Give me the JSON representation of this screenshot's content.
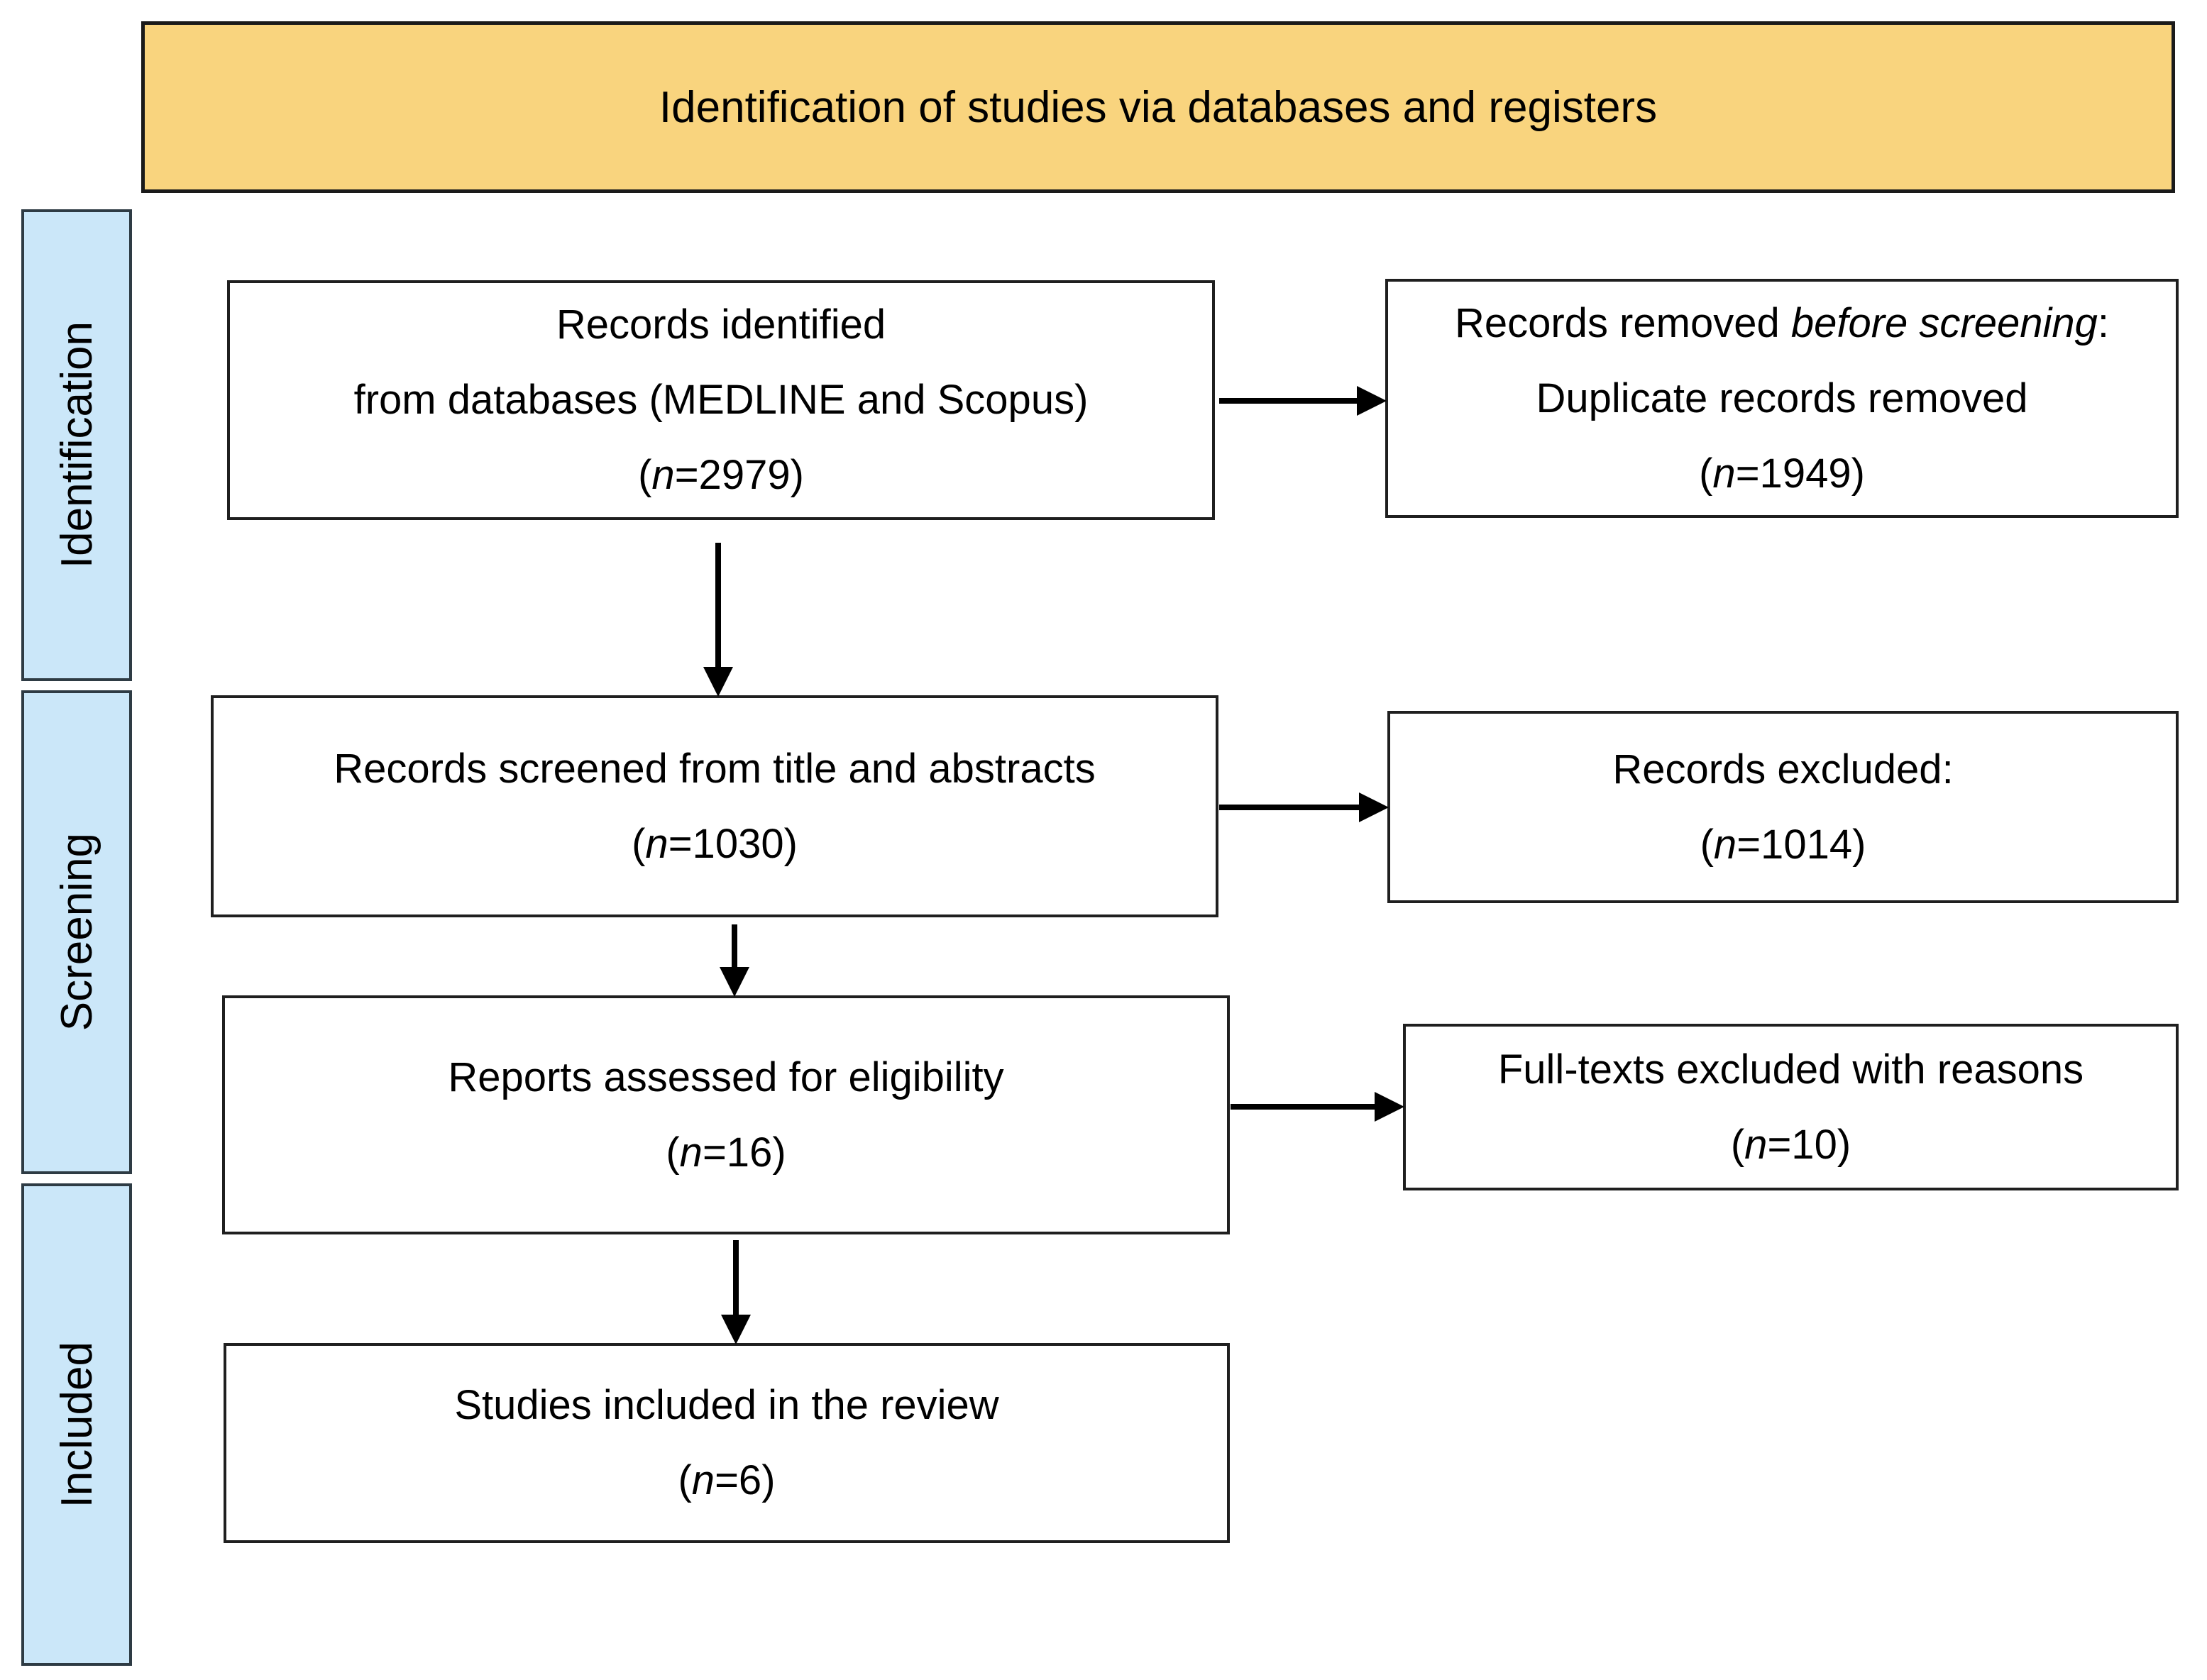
{
  "banner": {
    "title": "Identification of studies via databases and registers",
    "bg_color": "#F9D47E"
  },
  "sidebar": {
    "bg_color": "#CBE7F9",
    "stages": [
      {
        "label": "Identification"
      },
      {
        "label": "Screening"
      },
      {
        "label": "Included"
      }
    ]
  },
  "boxes": {
    "main": [
      {
        "line1": "Records identified",
        "line2": "from databases (MEDLINE and Scopus)",
        "n_pre": "(",
        "n_var": "n",
        "n_post": "=2979)"
      },
      {
        "line1": "Records screened from title and abstracts",
        "line2": "",
        "n_pre": "(",
        "n_var": "n",
        "n_post": "=1030)"
      },
      {
        "line1": "Reports assessed for eligibility",
        "line2": "",
        "n_pre": "(",
        "n_var": "n",
        "n_post": "=16)"
      },
      {
        "line1": "Studies included in the review",
        "line2": "",
        "n_pre": "(",
        "n_var": "n",
        "n_post": "=6)"
      }
    ],
    "right": [
      {
        "line1_pre": "Records removed ",
        "line1_italic": "before screening",
        "line1_post": ":",
        "line2": "Duplicate records removed",
        "n_pre": "(",
        "n_var": "n",
        "n_post": "=1949)"
      },
      {
        "line1_pre": "Records excluded:",
        "line1_italic": "",
        "line1_post": "",
        "line2": "",
        "n_pre": "(",
        "n_var": "n",
        "n_post": "=1014)"
      },
      {
        "line1_pre": "Full-texts excluded with reasons",
        "line1_italic": "",
        "line1_post": "",
        "line2": "",
        "n_pre": "(",
        "n_var": "n",
        "n_post": "=10)"
      }
    ]
  },
  "colors": {
    "banner_bg": "#F9D47E",
    "stage_bg": "#CBE7F9",
    "box_border": "#1f1f1f",
    "arrow": "#000000",
    "text": "#000000"
  }
}
